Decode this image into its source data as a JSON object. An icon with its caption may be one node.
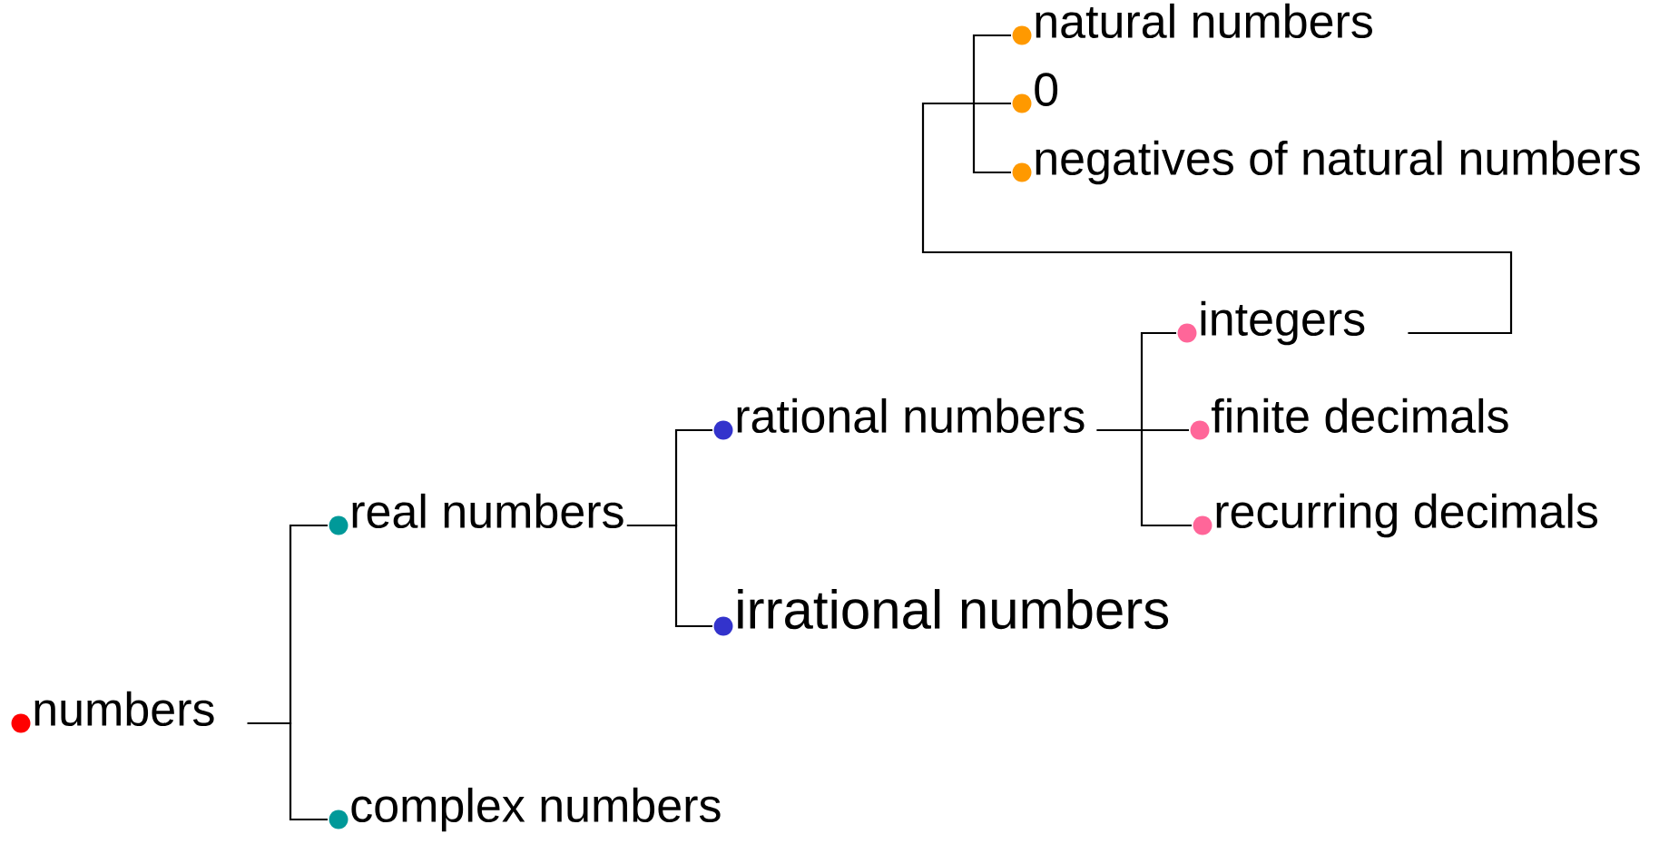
{
  "diagram": {
    "nodes": [
      {
        "text": [
          "numbers"
        ]
      },
      {
        "text": [
          "real numbers"
        ]
      },
      {
        "text": [
          "complex numbers"
        ]
      },
      {
        "text": [
          "rational numbers"
        ]
      },
      {
        "text": [
          "irrational numbers"
        ]
      },
      {
        "text": [
          "integers"
        ]
      },
      {
        "text": [
          "finite decimals"
        ]
      },
      {
        "text": [
          "recurring decimals"
        ]
      },
      {
        "text": [
          "natural numbers"
        ]
      },
      {
        "text": [
          "0"
        ]
      },
      {
        "text": [
          "negatives of natural numbers"
        ]
      }
    ],
    "edges": [
      {
        "from": 0,
        "to": 1,
        "arrow": "none"
      },
      {
        "from": 0,
        "to": 2,
        "arrow": "none"
      },
      {
        "from": 1,
        "to": 3,
        "arrow": "none"
      },
      {
        "from": 1,
        "to": 4,
        "arrow": "none"
      },
      {
        "from": 3,
        "to": 5,
        "arrow": "none"
      },
      {
        "from": 3,
        "to": 6,
        "arrow": "none"
      },
      {
        "from": 3,
        "to": 7,
        "arrow": "none"
      },
      {
        "from": 5,
        "to": 8,
        "arrow": "none"
      },
      {
        "from": 5,
        "to": 9,
        "arrow": "none"
      },
      {
        "from": 5,
        "to": 10,
        "arrow": "none"
      }
    ]
  }
}
